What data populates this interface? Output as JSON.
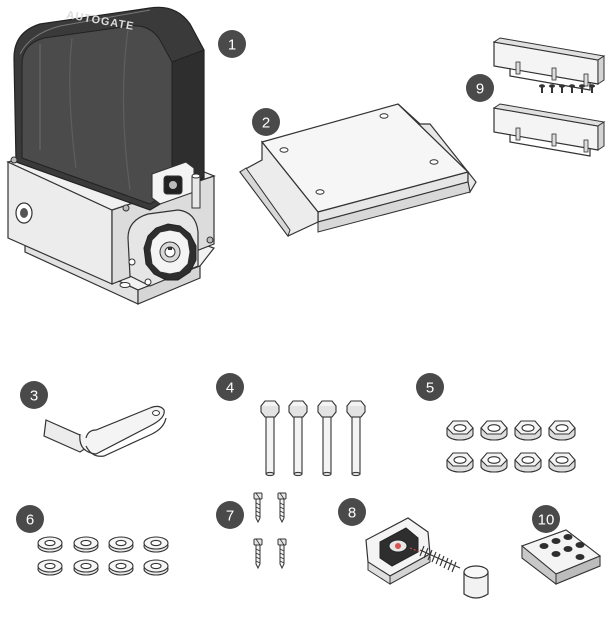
{
  "badges": [
    {
      "number": "1"
    },
    {
      "number": "2"
    },
    {
      "number": "3"
    },
    {
      "number": "4"
    },
    {
      "number": "5"
    },
    {
      "number": "6"
    },
    {
      "number": "7"
    },
    {
      "number": "8"
    },
    {
      "number": "9"
    },
    {
      "number": "10"
    }
  ],
  "motor_logo": "AUTOGATE",
  "colors": {
    "badge": "#4a4a4a",
    "stroke": "#333333",
    "dark_fill": "#3a3a3a",
    "light_fill": "#f2f2f2",
    "accent_red": "#d9534f"
  }
}
